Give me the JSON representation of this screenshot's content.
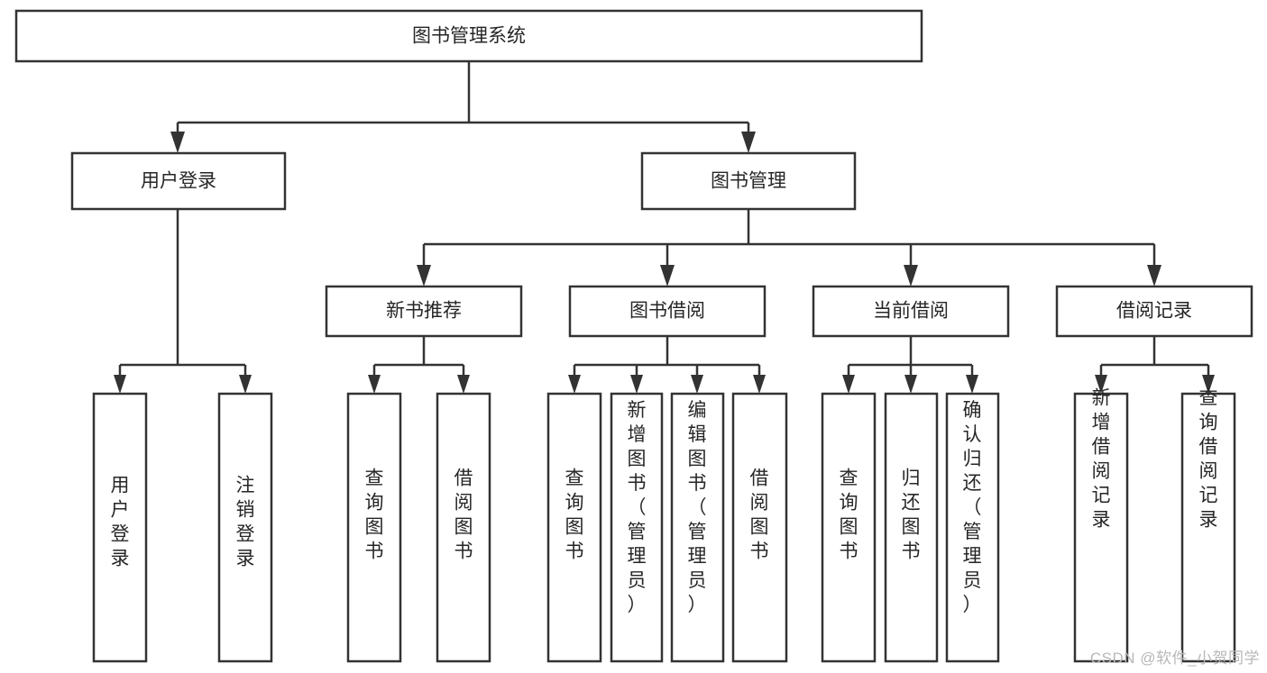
{
  "diagram": {
    "type": "tree-hierarchy-chart",
    "title": "图书管理系统",
    "watermark": "CSDN @软件_小贺同学",
    "colors": {
      "background": "#ffffff",
      "box_stroke": "#333333",
      "box_fill": "#ffffff",
      "text": "#262626",
      "watermark": "#b8b8b8"
    },
    "levels": {
      "level1": [
        {
          "id": "root",
          "label": "图书管理系统",
          "orientation": "horizontal"
        }
      ],
      "level2": [
        {
          "id": "user-login",
          "label": "用户登录",
          "orientation": "horizontal",
          "parent": "root"
        },
        {
          "id": "book-manage",
          "label": "图书管理",
          "orientation": "horizontal",
          "parent": "root"
        }
      ],
      "level3": [
        {
          "id": "new-book-rec",
          "label": "新书推荐",
          "orientation": "horizontal",
          "parent": "book-manage"
        },
        {
          "id": "book-borrow",
          "label": "图书借阅",
          "orientation": "horizontal",
          "parent": "book-manage"
        },
        {
          "id": "current-borrow",
          "label": "当前借阅",
          "orientation": "horizontal",
          "parent": "book-manage"
        },
        {
          "id": "borrow-record",
          "label": "借阅记录",
          "orientation": "horizontal",
          "parent": "book-manage"
        }
      ],
      "leaves": [
        {
          "id": "leaf-user-login",
          "label": "用户登录",
          "orientation": "vertical",
          "parent": "user-login"
        },
        {
          "id": "leaf-logout",
          "label": "注销登录",
          "orientation": "vertical",
          "parent": "user-login"
        },
        {
          "id": "leaf-query-book-1",
          "label": "查询图书",
          "orientation": "vertical",
          "parent": "new-book-rec"
        },
        {
          "id": "leaf-borrow-book-1",
          "label": "借阅图书",
          "orientation": "vertical",
          "parent": "new-book-rec"
        },
        {
          "id": "leaf-query-book-2",
          "label": "查询图书",
          "orientation": "vertical",
          "parent": "book-borrow"
        },
        {
          "id": "leaf-add-book",
          "label": "新增图书（管理员）",
          "orientation": "vertical",
          "parent": "book-borrow"
        },
        {
          "id": "leaf-edit-book",
          "label": "编辑图书（管理员）",
          "orientation": "vertical",
          "parent": "book-borrow"
        },
        {
          "id": "leaf-borrow-book-2",
          "label": "借阅图书",
          "orientation": "vertical",
          "parent": "book-borrow"
        },
        {
          "id": "leaf-query-book-3",
          "label": "查询图书",
          "orientation": "vertical",
          "parent": "current-borrow"
        },
        {
          "id": "leaf-return-book",
          "label": "归还图书",
          "orientation": "vertical",
          "parent": "current-borrow"
        },
        {
          "id": "leaf-confirm-return",
          "label": "确认归还（管理员）",
          "orientation": "vertical",
          "parent": "current-borrow"
        },
        {
          "id": "leaf-add-record",
          "label": "新增借阅记录",
          "orientation": "vertical",
          "parent": "borrow-record"
        },
        {
          "id": "leaf-query-record",
          "label": "查询借阅记录",
          "orientation": "vertical",
          "parent": "borrow-record"
        }
      ]
    }
  }
}
